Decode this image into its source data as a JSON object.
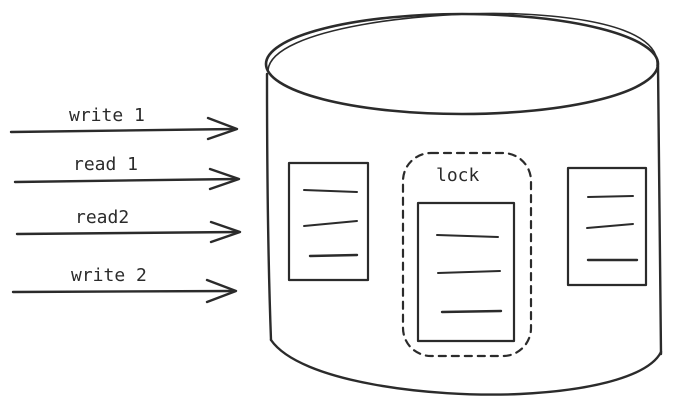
{
  "arrows": [
    {
      "label": "write 1"
    },
    {
      "label": "read 1"
    },
    {
      "label": "read2"
    },
    {
      "label": "write 2"
    }
  ],
  "lock": {
    "label": "lock"
  },
  "colors": {
    "ink": "#2b2b2b",
    "background": "#ffffff"
  }
}
